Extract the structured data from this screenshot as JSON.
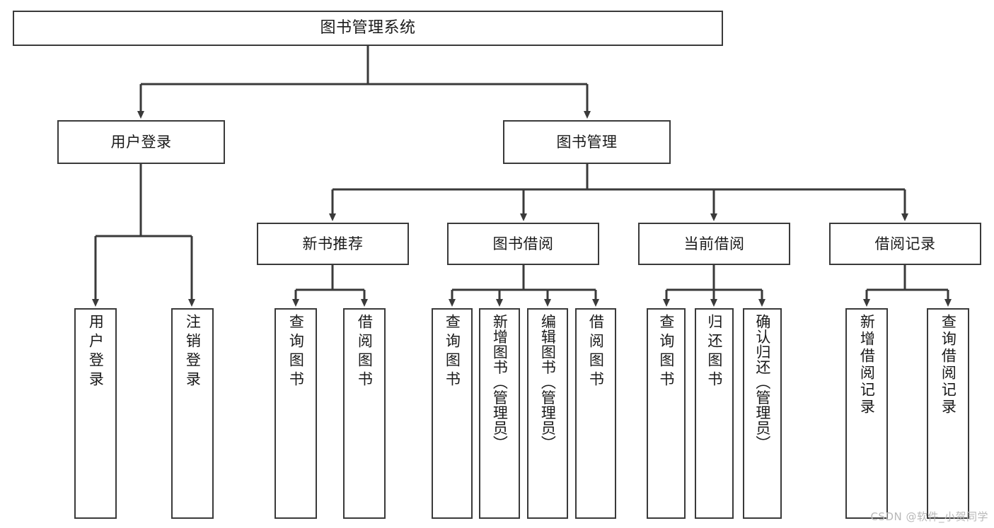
{
  "diagram": {
    "title": "图书管理系统",
    "type": "tree",
    "colors": {
      "background": "#ffffff",
      "box_border": "#3a3a3a",
      "box_fill": "#ffffff",
      "edge": "#3a3a3a",
      "text": "#1a1a1a",
      "watermark": "#b8b8b8"
    },
    "root": {
      "label": "图书管理系统"
    },
    "level1": [
      {
        "label": "用户登录"
      },
      {
        "label": "图书管理"
      }
    ],
    "level2": [
      {
        "label": "新书推荐"
      },
      {
        "label": "图书借阅"
      },
      {
        "label": "当前借阅"
      },
      {
        "label": "借阅记录"
      }
    ],
    "leaves": {
      "user_login": [
        {
          "label": "用户登录"
        },
        {
          "label": "注销登录"
        }
      ],
      "new_book_recommend": [
        {
          "label": "查询图书"
        },
        {
          "label": "借阅图书"
        }
      ],
      "book_borrow": [
        {
          "label": "查询图书"
        },
        {
          "label": "新增图书（管理员）"
        },
        {
          "label": "编辑图书（管理员）"
        },
        {
          "label": "借阅图书"
        }
      ],
      "current_borrow": [
        {
          "label": "查询图书"
        },
        {
          "label": "归还图书"
        },
        {
          "label": "确认归还（管理员）"
        }
      ],
      "borrow_record": [
        {
          "label": "新增借阅记录"
        },
        {
          "label": "查询借阅记录"
        }
      ]
    },
    "watermark": "CSDN @软件_小贺同学"
  }
}
